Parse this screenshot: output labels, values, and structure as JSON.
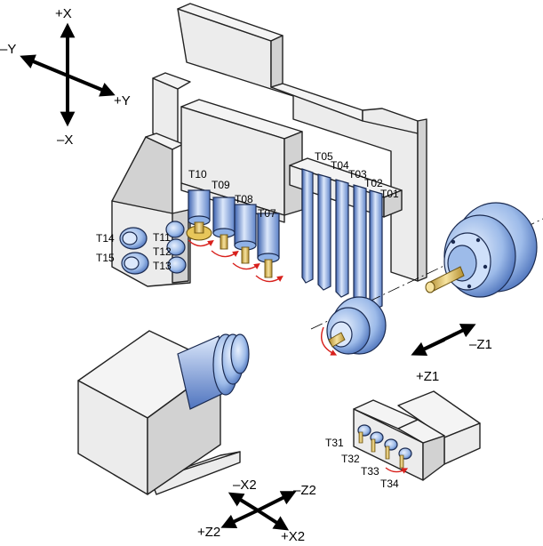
{
  "axes_top_left": {
    "plus_x": "+X",
    "minus_x": "–X",
    "plus_y": "+Y",
    "minus_y": "–Y"
  },
  "axes_z1": {
    "minus_z1": "–Z1",
    "plus_z1": "+Z1"
  },
  "axes_bottom": {
    "minus_x2": "–X2",
    "minus_z2": "–Z2",
    "plus_z2": "+Z2",
    "plus_x2": "+X2"
  },
  "upper_turret_tools": {
    "t01": "T01",
    "t02": "T02",
    "t03": "T03",
    "t04": "T04",
    "t05": "T05",
    "t07": "T07",
    "t08": "T08",
    "t09": "T09",
    "t10": "T10",
    "t11": "T11",
    "t12": "T12",
    "t13": "T13",
    "t14": "T14",
    "t15": "T15"
  },
  "lower_turret_tools": {
    "t31": "T31",
    "t32": "T32",
    "t33": "T33",
    "t34": "T34"
  },
  "colors": {
    "blue_light": "#dce8fb",
    "blue_mid": "#8fb1e6",
    "blue_dark": "#3c62b0",
    "shaft_gold": "#e7c65a",
    "rotation_red": "#d8201c"
  }
}
